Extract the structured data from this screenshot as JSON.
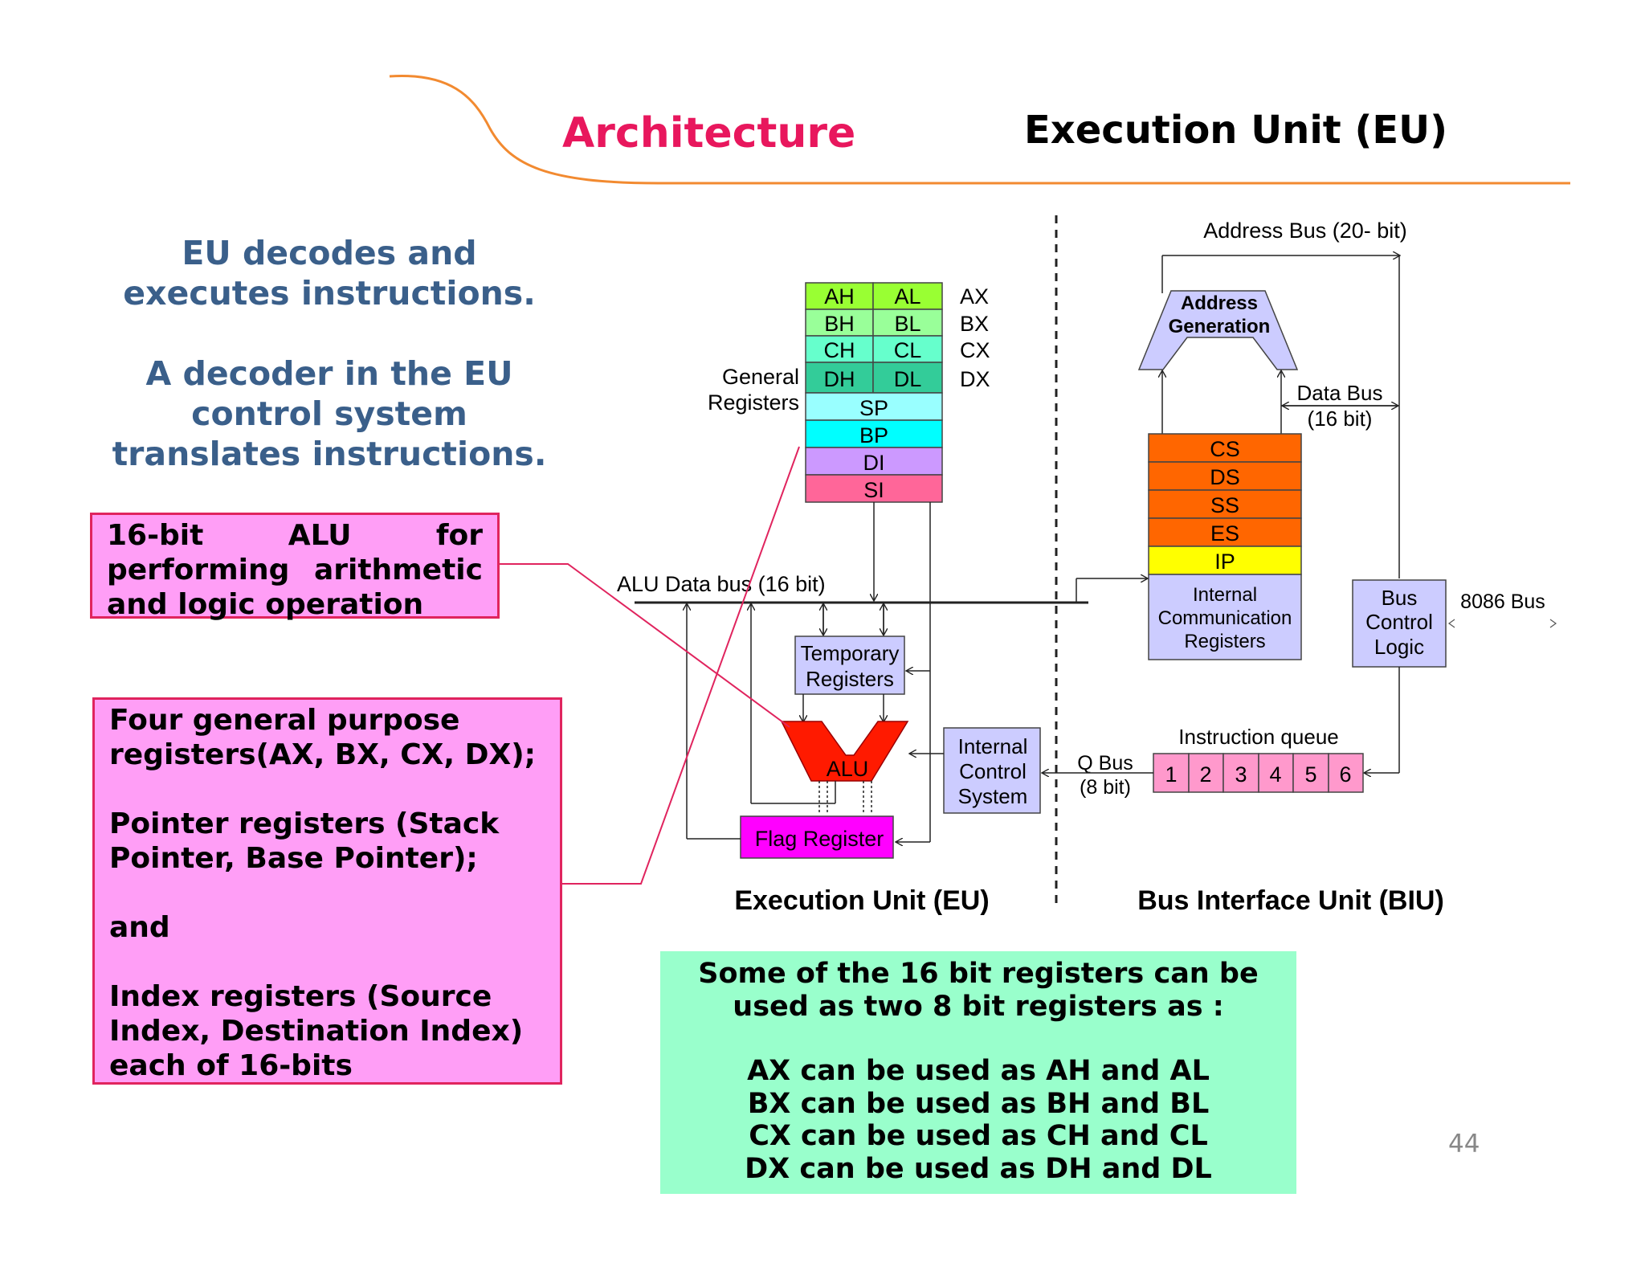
{
  "header": {
    "title": "Architecture",
    "subtitle": "Execution Unit (EU)",
    "curve_color": "#f28a30",
    "title_color": "#e8175d"
  },
  "intro": {
    "line1": "EU decodes and",
    "line2": "executes instructions.",
    "line3": "A decoder in the EU",
    "line4": "control system",
    "line5": "translates instructions."
  },
  "alu_callout": {
    "line1": "16-bit ALU for",
    "line2": "performing arithmetic",
    "line3": "and logic operation"
  },
  "registers_callout": {
    "line1": "Four general purpose",
    "line2": "registers(AX, BX, CX, DX);",
    "line3": "Pointer registers (Stack",
    "line4": "Pointer, Base Pointer);",
    "line5": "and",
    "line6": "Index registers (Source",
    "line7": "Index, Destination Index)",
    "line8": "each of 16-bits"
  },
  "note": {
    "line1": "Some of the 16 bit registers can be",
    "line2": "used as two 8 bit registers as :",
    "line3": "AX can be used as AH and AL",
    "line4": "BX can be used as BH and BL",
    "line5": "CX can be used as CH and CL",
    "line6": "DX can be used as DH and DL"
  },
  "page_number": "44",
  "diagram": {
    "general_registers_label_1": "General",
    "general_registers_label_2": "Registers",
    "register_pairs": [
      {
        "high": "AH",
        "low": "AL",
        "name": "AX",
        "color": "#99ff33"
      },
      {
        "high": "BH",
        "low": "BL",
        "name": "BX",
        "color": "#99ff99"
      },
      {
        "high": "CH",
        "low": "CL",
        "name": "CX",
        "color": "#66ffcc"
      },
      {
        "high": "DH",
        "low": "DL",
        "name": "DX",
        "color": "#33cc99"
      }
    ],
    "pointer_index_registers": [
      {
        "label": "SP",
        "color": "#99ffff"
      },
      {
        "label": "BP",
        "color": "#00ffff"
      },
      {
        "label": "DI",
        "color": "#cc99ff"
      },
      {
        "label": "SI",
        "color": "#ff6699"
      }
    ],
    "alu_data_bus": "ALU Data bus (16 bit)",
    "temporary_registers_1": "Temporary",
    "temporary_registers_2": "Registers",
    "alu": "ALU",
    "flag_register": "Flag Register",
    "internal_control_1": "Internal",
    "internal_control_2": "Control",
    "internal_control_3": "System",
    "eu_label": "Execution Unit (EU)",
    "biu_label": "Bus Interface Unit (BIU)",
    "address_bus": "Address Bus (20- bit)",
    "address_generation_1": "Address",
    "address_generation_2": "Generation",
    "data_bus_1": "Data Bus",
    "data_bus_2": "(16 bit)",
    "segment_registers": [
      {
        "label": "CS",
        "color": "#ff6600"
      },
      {
        "label": "DS",
        "color": "#ff6600"
      },
      {
        "label": "SS",
        "color": "#ff6600"
      },
      {
        "label": "ES",
        "color": "#ff6600"
      },
      {
        "label": "IP",
        "color": "#ffff00"
      }
    ],
    "internal_comm_1": "Internal",
    "internal_comm_2": "Communication",
    "internal_comm_3": "Registers",
    "bus_control_1": "Bus",
    "bus_control_2": "Control",
    "bus_control_3": "Logic",
    "bus_8086": "8086 Bus",
    "instruction_queue": "Instruction queue",
    "queue_cells": [
      "1",
      "2",
      "3",
      "4",
      "5",
      "6"
    ],
    "q_bus_1": "Q Bus",
    "q_bus_2": "(8 bit)"
  }
}
